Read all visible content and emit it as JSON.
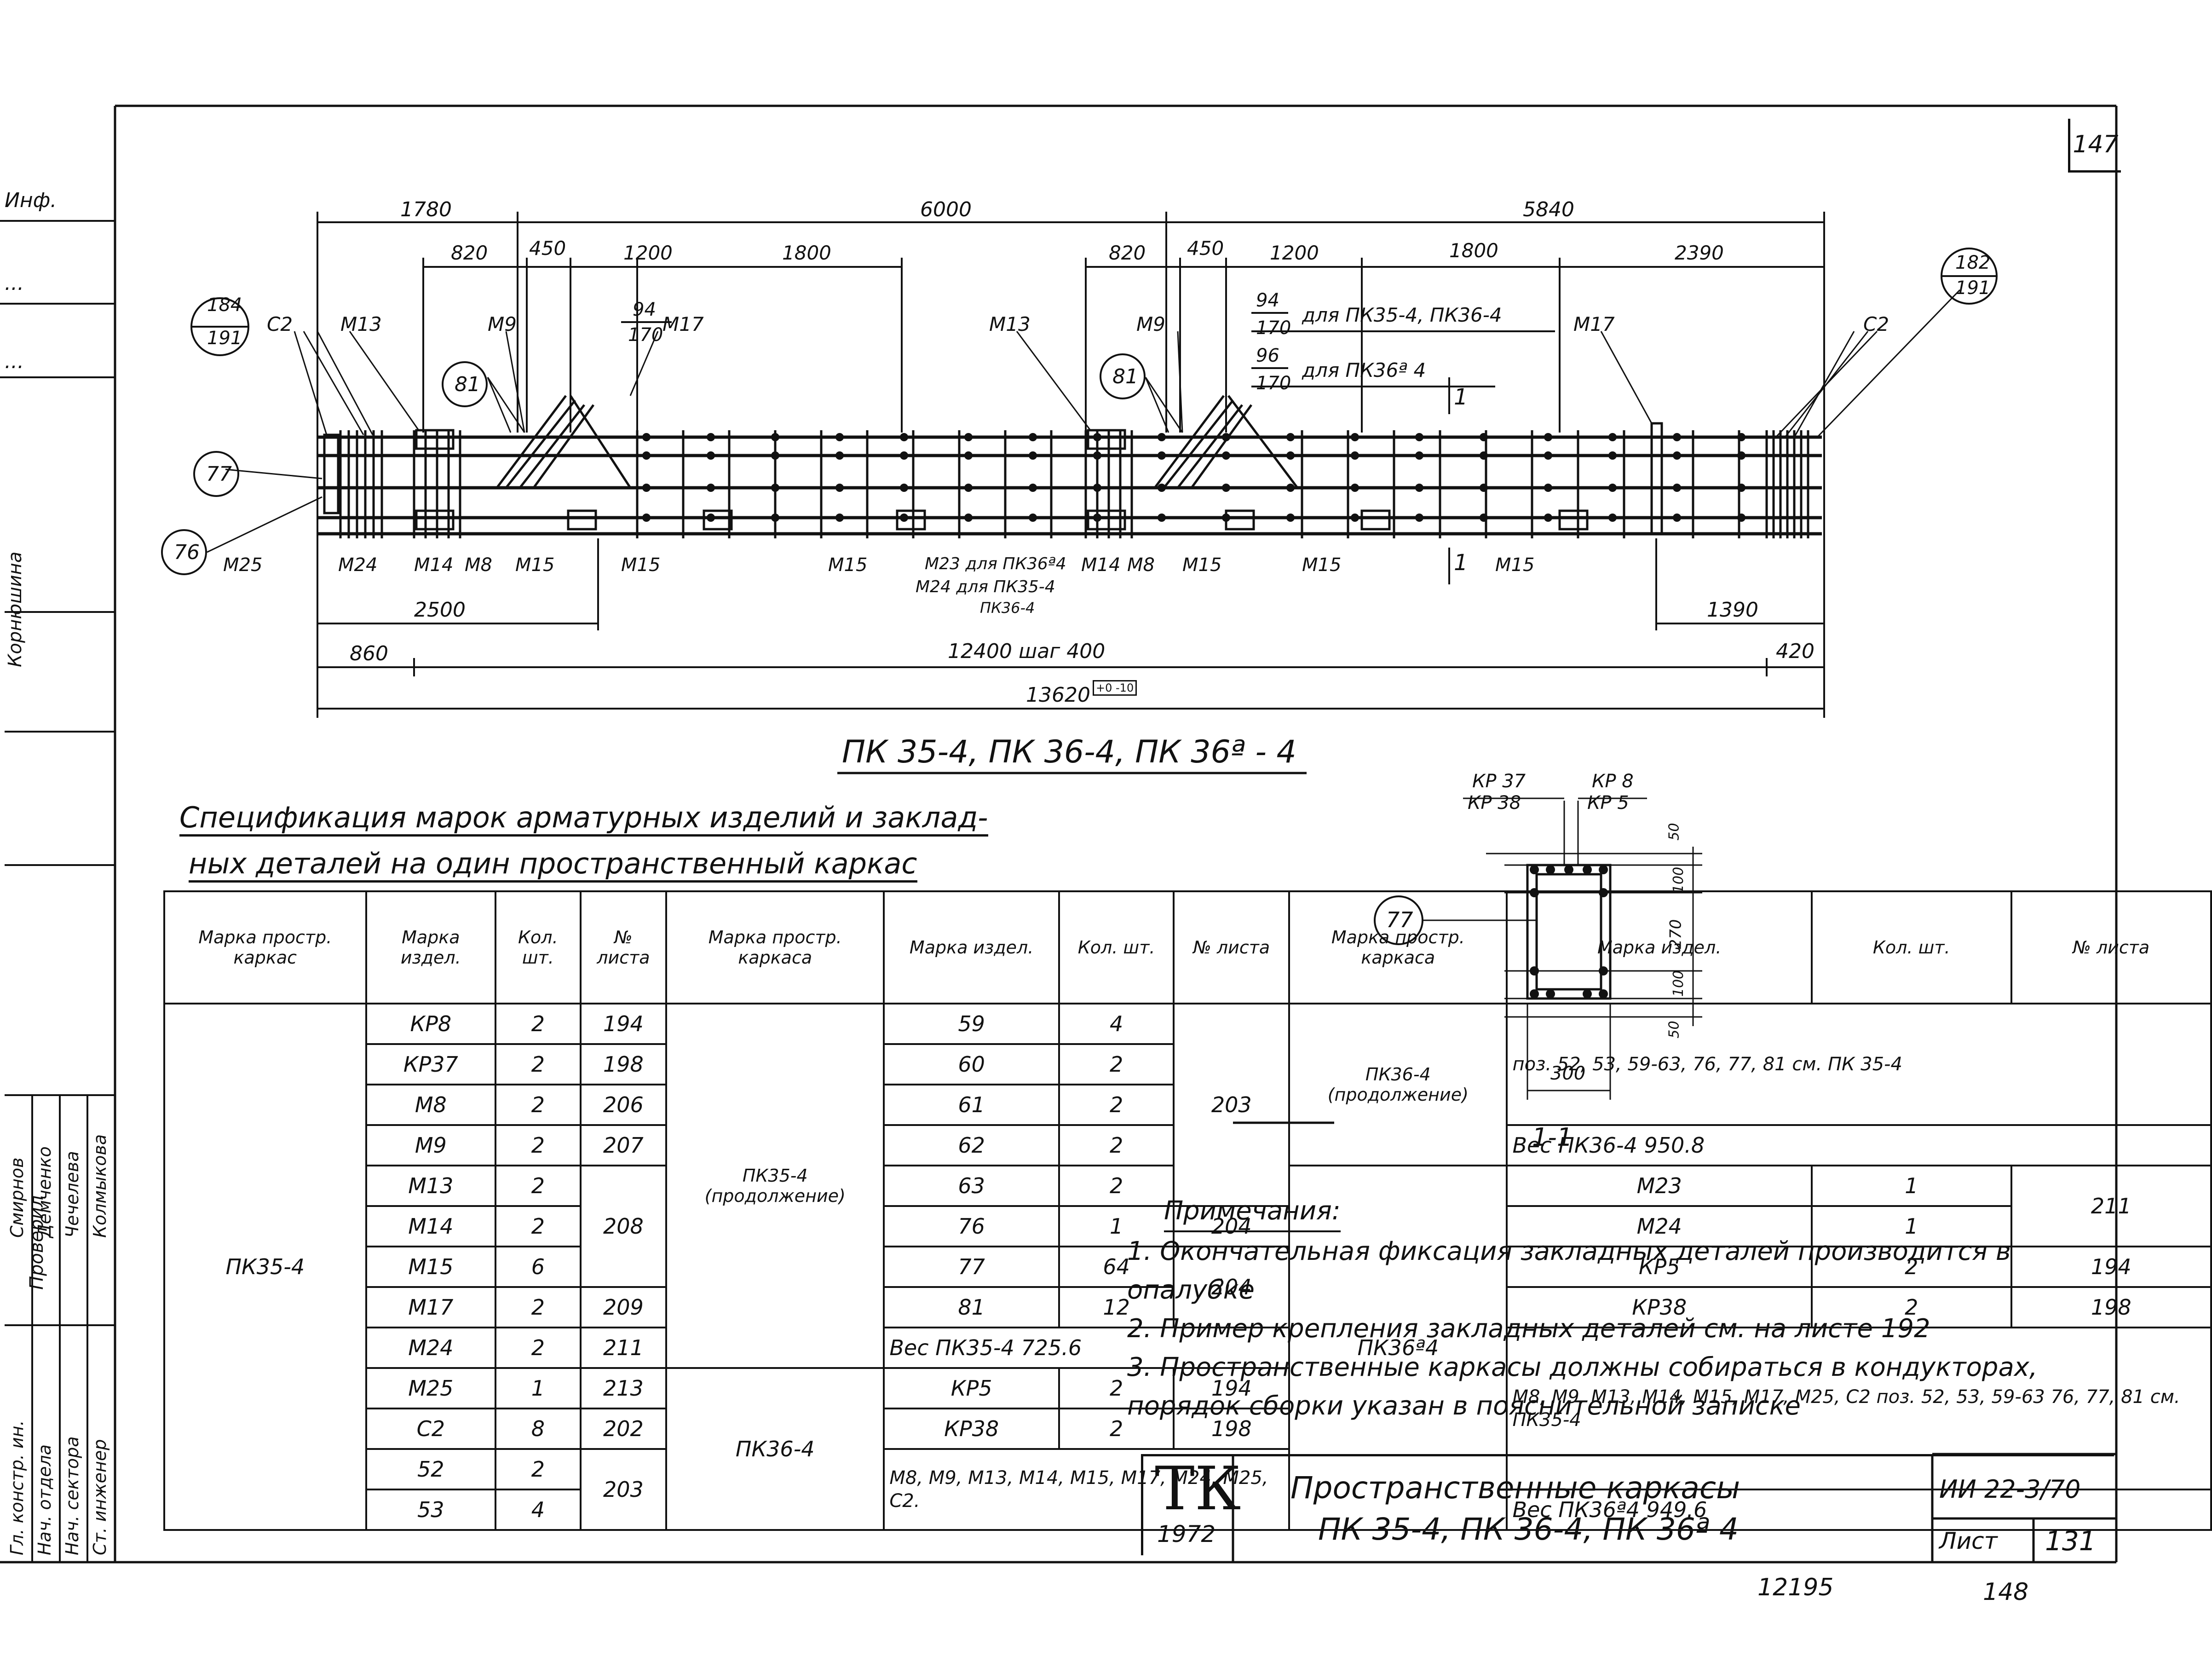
{
  "sheet": {
    "number": "147",
    "bottom_left_code": "12195",
    "bottom_right_number": "148"
  },
  "drawing": {
    "title": "ПК 35-4, ПК 36-4, ПК 36ª - 4",
    "dims_top": {
      "d1780": "1780",
      "d6000": "6000",
      "d5840": "5840"
    },
    "dims_second_left": {
      "d820": "820",
      "d450": "450",
      "d1200": "1200",
      "d1800": "1800"
    },
    "dims_second_right": {
      "d820": "820",
      "d450": "450",
      "d1200": "1200",
      "d1800": "1800",
      "d2390": "2390"
    },
    "dims_bottom": {
      "d2500": "2500",
      "d1390": "1390",
      "d860": "860",
      "d12400": "12400 шаг 400",
      "d420": "420",
      "d13620": "13620",
      "tol": "+0 -10"
    },
    "bubbles": {
      "b184": "184",
      "b191a": "191",
      "b94": "94",
      "b170a": "170",
      "b81a": "81",
      "b81b": "81",
      "b77": "77",
      "b76": "76",
      "b182": "182",
      "b191b": "191"
    },
    "labels_top_left": [
      "С2",
      "М13",
      "М9",
      "М17"
    ],
    "labels_top_right": [
      "М13",
      "М9",
      "М17",
      "С2"
    ],
    "legend_lines": {
      "l1": "для ПК35-4, ПК36-4",
      "l2": "для ПК36ª 4",
      "n94": "94",
      "d170a": "170",
      "n96": "96",
      "d170b": "170"
    },
    "labels_bottom_left": [
      "М25",
      "М24",
      "М14",
      "М8",
      "М15",
      "М15"
    ],
    "labels_bottom_mid": [
      "М15",
      "М23 для ПК36ª4",
      "М24 для ПК35-4",
      "ПК36-4",
      "М14",
      "М8",
      "М15"
    ],
    "labels_bottom_right": [
      "М15",
      "М15"
    ],
    "section_mark": "1"
  },
  "section": {
    "title": "1-1",
    "top_left": "КР 37",
    "top_left2": "КР 38",
    "top_right": "КР 8",
    "top_right2": "КР 5",
    "bubble": "77",
    "dims_right": [
      "50",
      "100",
      "270",
      "100",
      "50"
    ],
    "dim_width": "300"
  },
  "spec": {
    "title_line1": "Спецификация марок арматурных изделий и заклад-",
    "title_line2": "ных деталей на один пространственный каркас",
    "headers": [
      "Марка простр. каркас",
      "Марка издел.",
      "Кол. шт.",
      "№ листа",
      "Марка простр. каркаса",
      "Марка издел.",
      "Кол. шт.",
      "№ листа",
      "Марка простр. каркаса",
      "Марка издел.",
      "Кол. шт.",
      "№ листа"
    ],
    "g1_frame": "ПК35-4",
    "g1": [
      {
        "item": "КР8",
        "qty": "2",
        "sheet": "194"
      },
      {
        "item": "КР37",
        "qty": "2",
        "sheet": "198"
      },
      {
        "item": "М8",
        "qty": "2",
        "sheet": "206"
      },
      {
        "item": "М9",
        "qty": "2",
        "sheet": "207"
      },
      {
        "item": "М13",
        "qty": "2",
        "sheet": ""
      },
      {
        "item": "М14",
        "qty": "2",
        "sheet": "208"
      },
      {
        "item": "М15",
        "qty": "6",
        "sheet": ""
      },
      {
        "item": "М17",
        "qty": "2",
        "sheet": "209"
      },
      {
        "item": "М24",
        "qty": "2",
        "sheet": "211"
      },
      {
        "item": "М25",
        "qty": "1",
        "sheet": "213"
      },
      {
        "item": "С2",
        "qty": "8",
        "sheet": "202"
      },
      {
        "item": "52",
        "qty": "2",
        "sheet": ""
      },
      {
        "item": "53",
        "qty": "4",
        "sheet": "203"
      }
    ],
    "g2_frame_a": "ПК35-4 (продолжение)",
    "g2a": [
      {
        "item": "59",
        "qty": "4"
      },
      {
        "item": "60",
        "qty": "2"
      },
      {
        "item": "61",
        "qty": "2"
      },
      {
        "item": "62",
        "qty": "2"
      },
      {
        "item": "63",
        "qty": "2"
      },
      {
        "item": "76",
        "qty": "1"
      },
      {
        "item": "77",
        "qty": "64"
      },
      {
        "item": "81",
        "qty": "12"
      }
    ],
    "g2a_sheets": {
      "s203": "203",
      "s204a": "204",
      "s204b": "204"
    },
    "g2_weight": "Вес ПК35-4  725.6",
    "g2_frame_b": "ПК36-4",
    "g2b": [
      {
        "item": "КР5",
        "qty": "2",
        "sheet": "194"
      },
      {
        "item": "КР38",
        "qty": "2",
        "sheet": "198"
      }
    ],
    "g2b_note": "М8, М9, М13, М14, М15, М17, М24, М25, С2.",
    "g3_frame_a": "ПК36-4 (продолжение)",
    "g3a_note": "поз. 52, 53, 59-63, 76, 77, 81 см. ПК 35-4",
    "g3a_weight": "Вес ПК36-4  950.8",
    "g3_frame_b": "ПК36ª4",
    "g3b": [
      {
        "item": "М23",
        "qty": "1",
        "sheet": ""
      },
      {
        "item": "М24",
        "qty": "1",
        "sheet": "211"
      },
      {
        "item": "КР5",
        "qty": "2",
        "sheet": "194"
      },
      {
        "item": "КР38",
        "qty": "2",
        "sheet": "198"
      }
    ],
    "g3b_note": "М8, М9, М13, М14, М15, М17, М25, С2 поз. 52, 53, 59-63 76, 77, 81 см. ПК35-4",
    "g3b_weight": "Вес ПК36ª4  949.6"
  },
  "notes": {
    "header": "Примечания:",
    "items": [
      "1. Окончательная фиксация закладных деталей производится в опалубке",
      "2. Пример крепления закладных деталей см. на листе 192",
      "3. Пространственные каркасы должны собираться в кондукторах, порядок сборки указан в пояснительной записке"
    ]
  },
  "stamp": {
    "org": "ТК",
    "year": "1972",
    "title1": "Пространственные каркасы",
    "title2": "ПК 35-4, ПК 36-4, ПК 36ª 4",
    "code": "ИИ 22-3/70",
    "sheet_label": "Лист",
    "sheet_value": "131"
  },
  "sidebar": {
    "roles": [
      "Гл. констр. ин.",
      "Нач. отдела",
      "Нач. сектора",
      "Ст. инженер"
    ],
    "names": [
      "Смирнов",
      "Демченко",
      "Чечелева",
      "Колмыкова"
    ],
    "mid_labels": [
      "Проверил",
      "Корнюшина"
    ],
    "top_labels": [
      "Инф.",
      "...",
      "..."
    ]
  }
}
